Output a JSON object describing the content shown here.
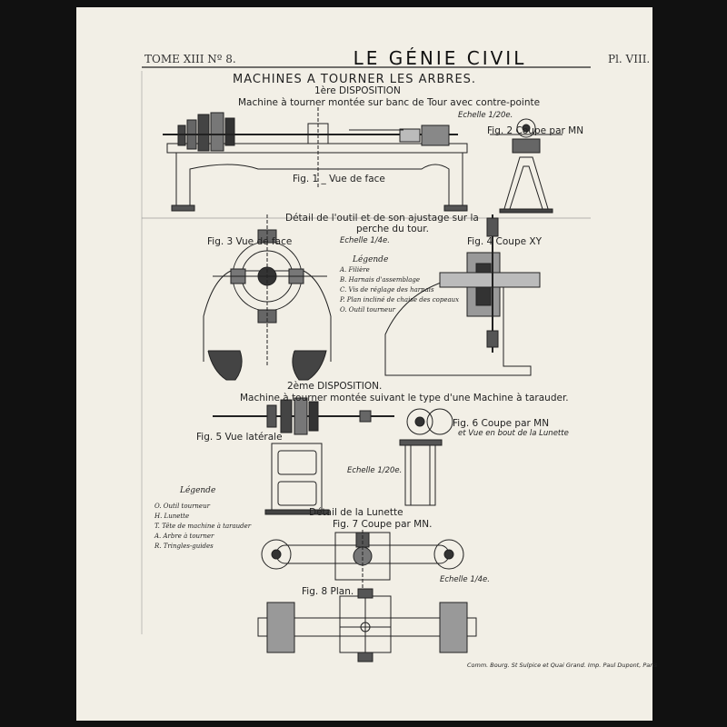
{
  "header": {
    "journal": "LE GÉNIE CIVIL",
    "tome": "TOME XIII Nº 8.",
    "plate": "Pl. VIII."
  },
  "section1": {
    "title": "MACHINES A TOURNER LES ARBRES.",
    "disposition": "1ère DISPOSITION",
    "subtitle": "Machine à tourner montée sur banc de Tour avec contre-pointe",
    "scale": "Echelle 1/20e.",
    "fig1": "Fig. 1 _ Vue de face",
    "fig2": "Fig. 2 Coupe par MN"
  },
  "detail": {
    "title_line1": "Détail de l'outil et de son ajustage sur la",
    "title_line2": "perche du tour.",
    "scale": "Echelle 1/4e.",
    "fig3": "Fig. 3 Vue de face",
    "fig4": "Fig. 4 Coupe XY"
  },
  "legend1": {
    "title": "Légende",
    "items": [
      "A. Filière",
      "B. Harnais d'assemblage",
      "C. Vis de réglage des harnais",
      "P. Plan incliné de chaise des copeaux",
      "O. Outil tourneur"
    ]
  },
  "section2": {
    "disposition": "2ème DISPOSITION.",
    "subtitle": "Machine à tourner montée suivant le type d'une Machine à tarauder.",
    "fig5": "Fig. 5 Vue latérale",
    "fig6_line1": "Fig. 6 Coupe par MN",
    "fig6_line2": "et Vue en bout de la Lunette",
    "scale": "Echelle 1/20e."
  },
  "legend2": {
    "title": "Légende",
    "items": [
      "O. Outil tourneur",
      "H. Lunette",
      "T. Tête de machine à tarauder",
      "A. Arbre à tourner",
      "R. Tringles-guides"
    ]
  },
  "lunette": {
    "title": "Détail de la Lunette",
    "fig7": "Fig. 7 Coupe par MN.",
    "fig8": "Fig. 8 Plan.",
    "scale": "Echelle 1/4e."
  },
  "footer": {
    "imprint": "Comm. Bourg. St Sulpice et Quai Grand. Imp. Paul Dupont, Paris"
  }
}
